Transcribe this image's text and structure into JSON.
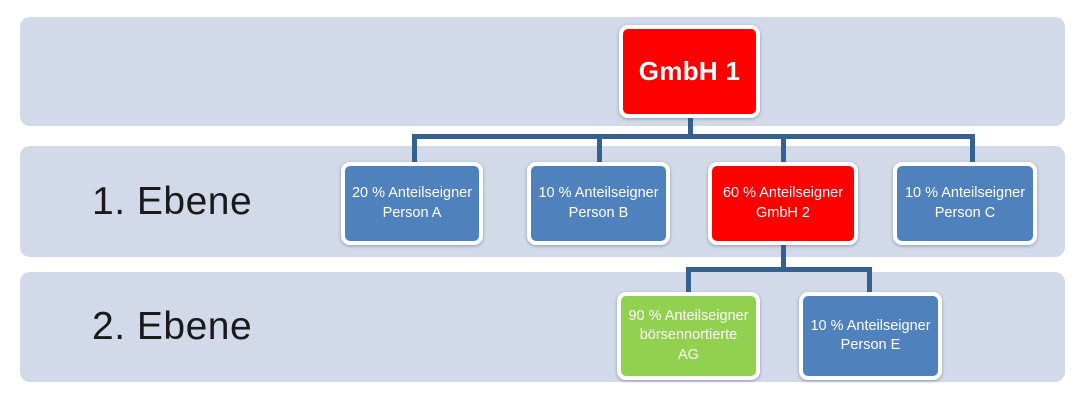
{
  "diagram": {
    "title_node": {
      "label": "GmbH 1",
      "color": "#ff0000"
    },
    "bands": [
      {
        "name": "top-band",
        "label": ""
      },
      {
        "name": "level-1-band",
        "label": "1. Ebene"
      },
      {
        "name": "level-2-band",
        "label": "2. Ebene"
      }
    ],
    "level1": [
      {
        "label": "20 % Anteilseigner\nPerson A",
        "color": "#4f81bd"
      },
      {
        "label": "10 % Anteilseigner\nPerson B",
        "color": "#4f81bd"
      },
      {
        "label": "60 % Anteilseigner\nGmbH 2",
        "color": "#ff0000"
      },
      {
        "label": "10  % Anteilseigner\nPerson C",
        "color": "#4f81bd"
      }
    ],
    "level2": [
      {
        "label": "90 % Anteilseigner\nbörsennortierte\nAG",
        "color": "#92d050"
      },
      {
        "label": "10 % Anteilseigner\nPerson E",
        "color": "#4f81bd"
      }
    ],
    "colors": {
      "band": "#d2d9e8",
      "connector": "#36618e",
      "blue": "#4f81bd",
      "red": "#ff0000",
      "green": "#92d050",
      "text_on_node": "#ffffff",
      "band_label_text": "#1a1a1a"
    }
  }
}
